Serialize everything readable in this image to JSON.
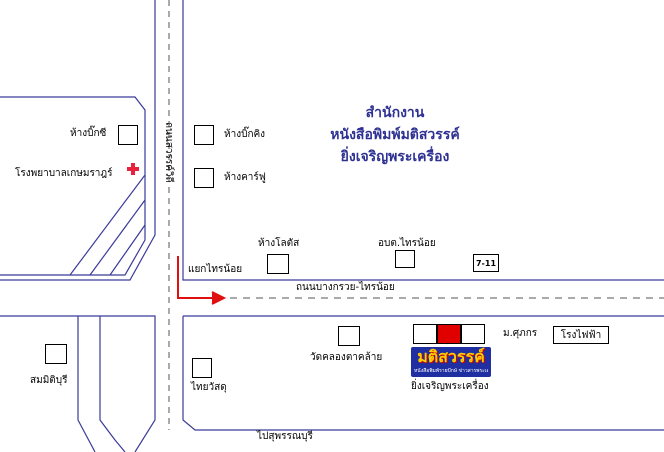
{
  "title": {
    "line1": "สำนักงาน",
    "line2": "หนังสือพิมพ์มติสวรรค์",
    "line3": "ยิ่งเจริญพระเครื่อง"
  },
  "roads": {
    "vertical_road": "ถนนสวรรค์วิถี",
    "main_road": "ถนนบางกรวย-ไทรน้อย",
    "junction": "แยกไทรน้อย",
    "to_suphanburi": "ไปสุพรรณบุรี"
  },
  "places": {
    "big_c": "ห้างบิ๊กซี",
    "hospital": "โรงพยาบาลเกษมราฎร์",
    "big_king": "ห้างบิ๊กคิง",
    "carrefour": "ห้างคาร์ฟู",
    "lotus": "ห้างโลตัส",
    "district_office": "อบต.ไทรน้อย",
    "seven_eleven": "7-11",
    "samitivej": "สมมิติบุรี",
    "thai_watsadu": "ไทยวัสดุ",
    "wat_khlong": "วัดคลองตาคล้าย",
    "mor_sukkor": "ม.ศุภกร",
    "power_station": "โรงไฟฟ้า",
    "shop_caption": "ยิ่งเจริญพระเครื่อง",
    "logo_text": "มติสวรรค์",
    "logo_subtext": "หนังสือพิมพ์รายปักษ์ ข่าวสารพระเครื่อง"
  },
  "colors": {
    "road_line": "#3a3a9a",
    "title_text": "#2e3192",
    "route_arrow": "#e01010",
    "hospital_cross": "#e8223c",
    "highlight_box": "#e00000",
    "logo_bg": "#1f2ea0",
    "logo_text": "#ffcc00"
  },
  "icons": {
    "hospital": "red-cross-icon",
    "route": "red-arrow-icon"
  }
}
